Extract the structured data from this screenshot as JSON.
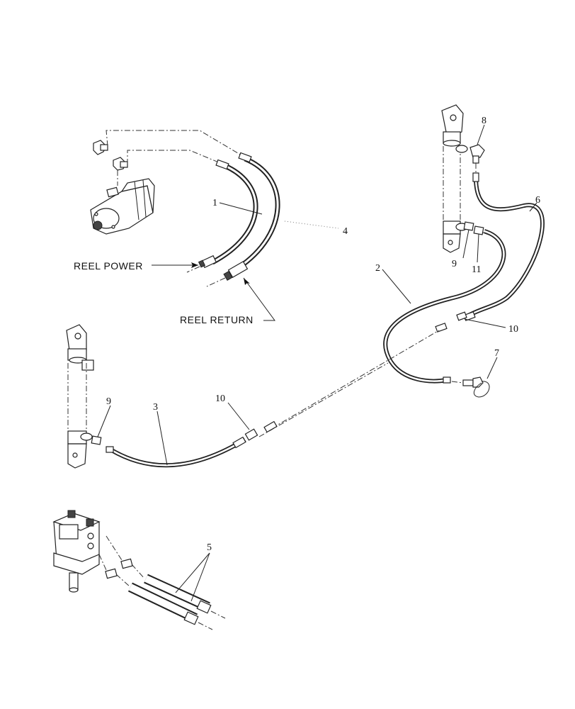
{
  "labels": {
    "reel_power": "REEL POWER",
    "reel_return": "REEL RETURN"
  },
  "part_numbers": {
    "p1": "1",
    "p2": "2",
    "p3": "3",
    "p4": "4",
    "p5": "5",
    "p6": "6",
    "p7": "7",
    "p8": "8",
    "p9a": "9",
    "p9b": "9",
    "p10a": "10",
    "p10b": "10",
    "p11": "11"
  }
}
